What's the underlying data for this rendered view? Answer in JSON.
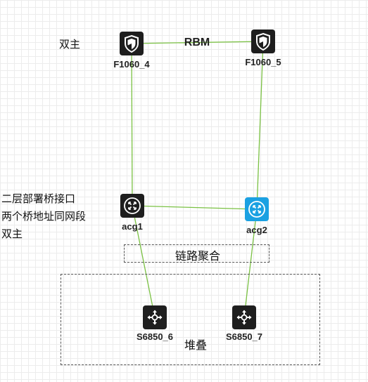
{
  "diagram": {
    "nodes": {
      "f1060_4": {
        "label": "F1060_4",
        "icon": "firewall-icon",
        "color": "#1e1e1e"
      },
      "f1060_5": {
        "label": "F1060_5",
        "icon": "firewall-icon",
        "color": "#1e1e1e"
      },
      "acg1": {
        "label": "acg1",
        "icon": "router-icon",
        "color": "#1e1e1e"
      },
      "acg2": {
        "label": "acg2",
        "icon": "router-icon",
        "color": "#1ba1e2"
      },
      "s6850_6": {
        "label": "S6850_6",
        "icon": "switch-icon",
        "color": "#1e1e1e"
      },
      "s6850_7": {
        "label": "S6850_7",
        "icon": "switch-icon",
        "color": "#1e1e1e"
      }
    },
    "link_color": "#7ac143",
    "link_labels": {
      "rbm": "RBM"
    },
    "notes": {
      "top_left": "双主",
      "bridge_line1": "二层部署桥接口",
      "bridge_line2": "两个桥地址同网段",
      "bridge_line3": "双主"
    },
    "groups": {
      "link_aggregation": "链路聚合",
      "stack": "堆叠"
    }
  }
}
